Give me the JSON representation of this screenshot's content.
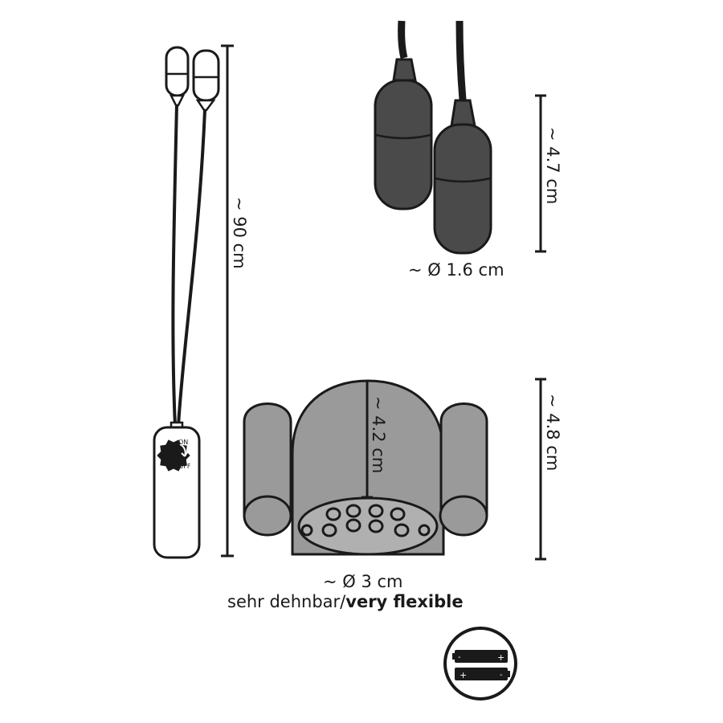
{
  "labels": {
    "cable_length": "~ 90 cm",
    "bullet_length": "~ 4.7 cm",
    "bullet_diameter": "~ Ø 1.6 cm",
    "sleeve_inner_depth": "~ 4.2 cm",
    "sleeve_height": "~ 4.8 cm",
    "sleeve_diameter": "~ Ø 3 cm",
    "stretch_de": "sehr dehnbar/",
    "stretch_en": "very flexible"
  },
  "controller": {
    "on_label": "ON",
    "off_label": "OFF"
  },
  "battery": {
    "plus": "+",
    "minus": "-"
  },
  "colors": {
    "outline": "#1a1a1a",
    "bullet_fill": "#4a4a4a",
    "sleeve_fill": "#9a9a9a",
    "sleeve_hole_fill": "#b0b0b0",
    "controller_fill": "#ffffff"
  }
}
